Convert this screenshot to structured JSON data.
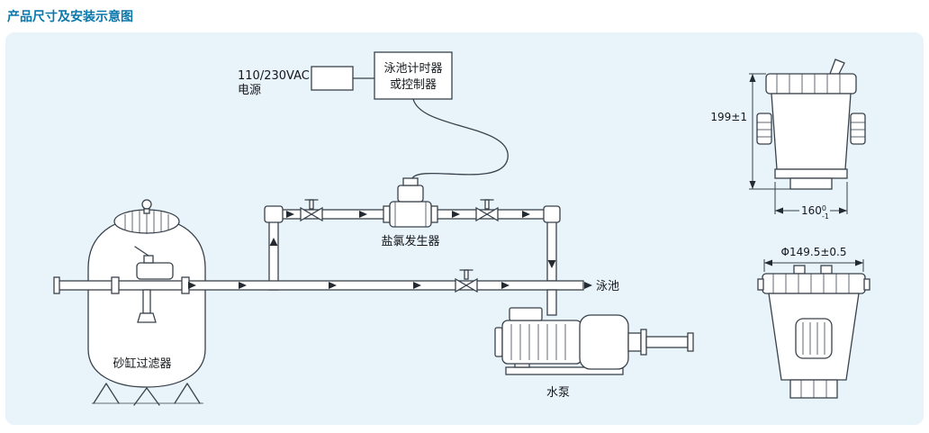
{
  "page": {
    "title": "产品尺寸及安装示意图"
  },
  "schematic": {
    "power_line1": "110/230VAC",
    "power_line2": "电源",
    "controller_line1": "泳池计时器",
    "controller_line2": "或控制器",
    "chlorinator": "盐氯发生器",
    "pool": "泳池",
    "sand_filter": "砂缸过滤器",
    "pump": "水泵"
  },
  "dimensions": {
    "height": "199±1",
    "width": "160",
    "width_tol_upper": "0",
    "width_tol_lower": "-1",
    "diameter": "Φ149.5±0.5"
  },
  "colors": {
    "title": "#0a78ab",
    "panel_bg": "#e8f3fa",
    "line": "#39424c"
  }
}
